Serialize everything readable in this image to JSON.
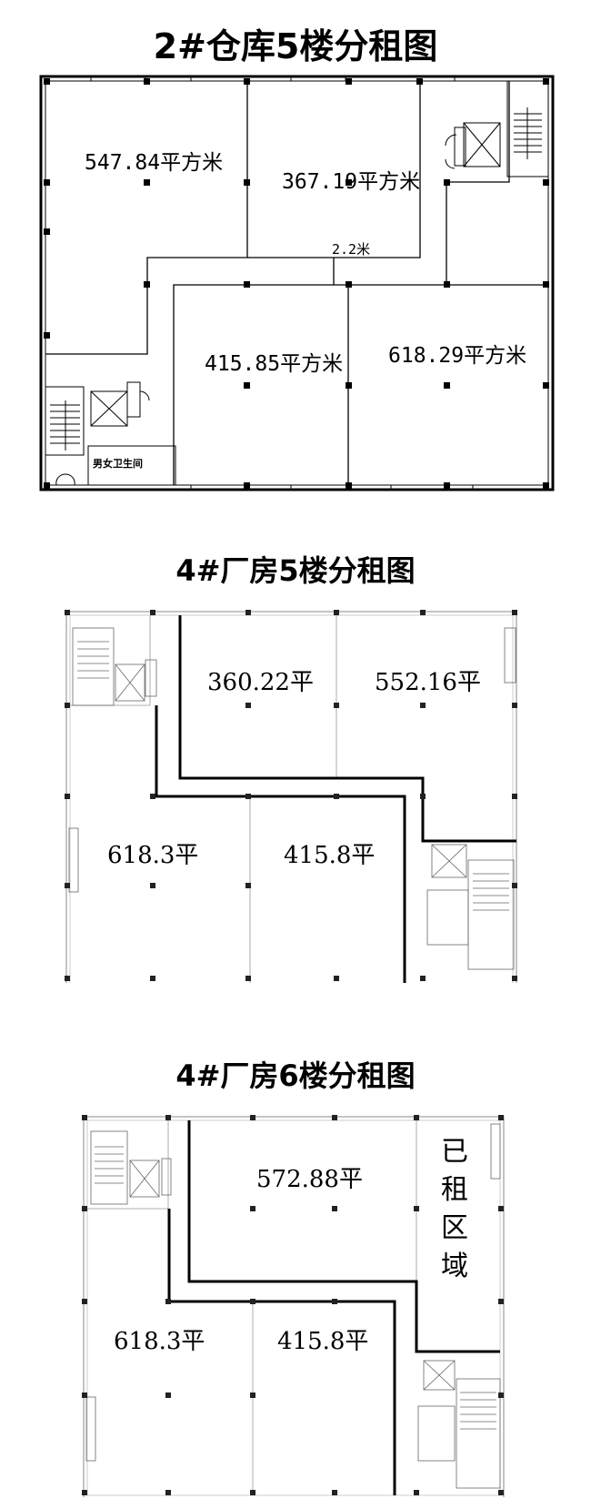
{
  "plan1": {
    "title": "2#仓库5楼分租图",
    "areas": [
      "547.84平方米",
      "367.19平方米",
      "415.85平方米",
      "618.29平方米"
    ],
    "dimension": "2.2米",
    "restroom": "男女卫生间"
  },
  "plan2": {
    "title": "4#厂房5楼分租图",
    "areas": [
      "360.22平",
      "552.16平",
      "618.3平",
      "415.8平"
    ]
  },
  "plan3": {
    "title": "4#厂房6楼分租图",
    "areas": [
      "572.88平",
      "618.3平",
      "415.8平"
    ],
    "rented": [
      "已",
      "租",
      "区",
      "域"
    ]
  }
}
